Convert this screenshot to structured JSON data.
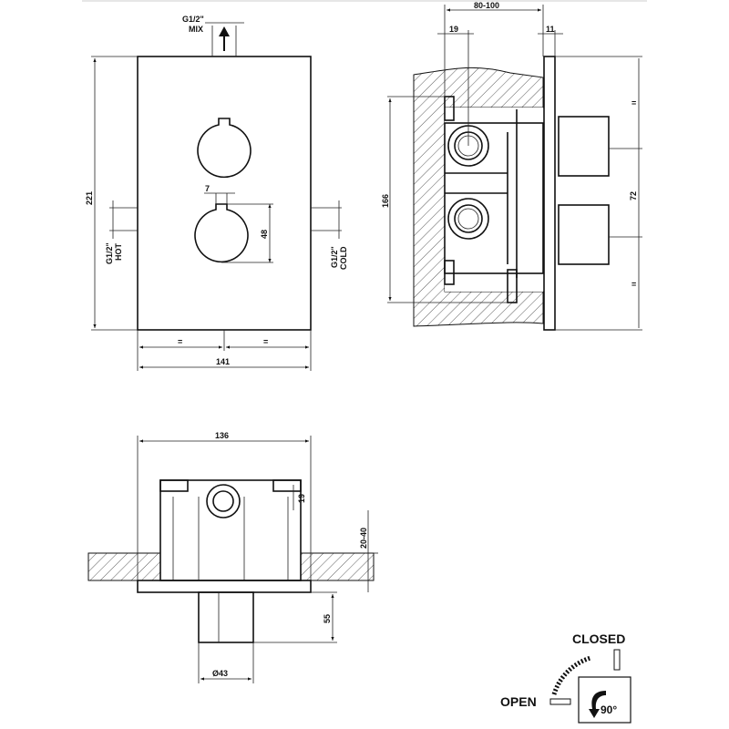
{
  "front_view": {
    "mix_label": "G1/2\"",
    "mix_sub": "MIX",
    "hot_label": "G1/2\"",
    "hot_sub": "HOT",
    "cold_label": "G1/2\"",
    "cold_sub": "COLD",
    "height": "221",
    "width": "141",
    "notch": "7",
    "spacing": "48",
    "half_mark": "=",
    "half_mark_2": "="
  },
  "side_view": {
    "depth": "80-100",
    "offset": "19",
    "plate": "11",
    "box_height": "166",
    "handle_spacing": "72",
    "equal_mark": "=",
    "equal_mark_2": "="
  },
  "bottom_view": {
    "width": "136",
    "offset": "19",
    "wall": "20-40",
    "projection": "55",
    "diameter": "Ø43"
  },
  "legend": {
    "closed": "CLOSED",
    "open": "OPEN",
    "angle": "90°"
  }
}
